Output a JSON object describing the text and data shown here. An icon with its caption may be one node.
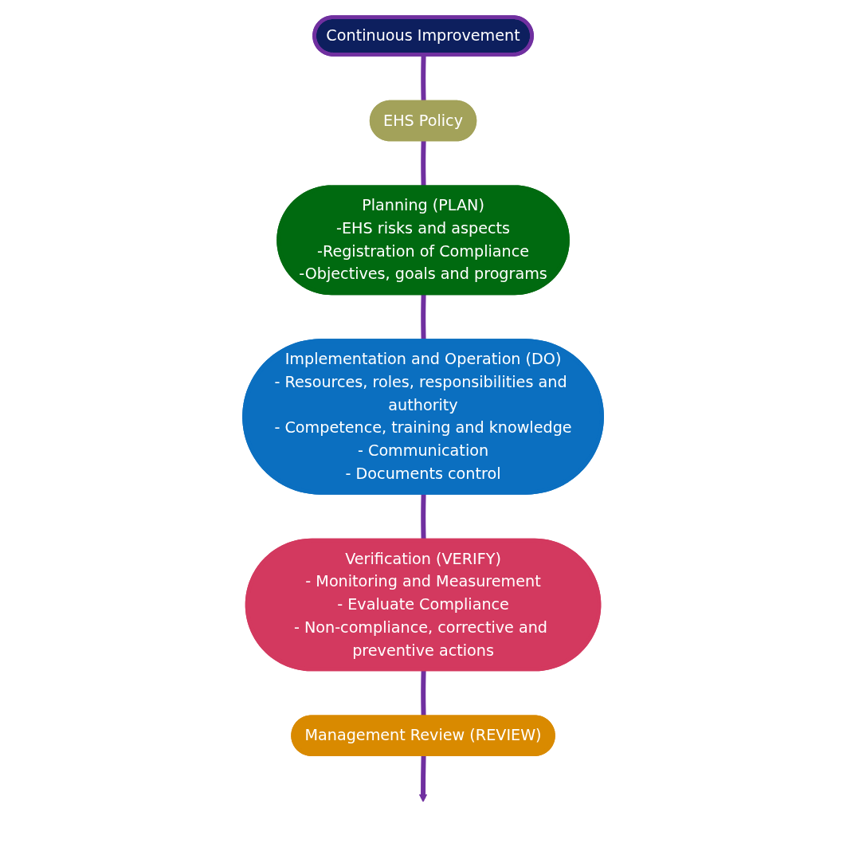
{
  "diagram": {
    "nodes": [
      {
        "text": [
          "Continuous Improvement"
        ]
      },
      {
        "text": [
          "EHS Policy"
        ]
      },
      {
        "text": [
          "Planning (PLAN)",
          "-EHS risks and aspects",
          "-Registration of Compliance",
          "-Objectives, goals and programs"
        ]
      },
      {
        "text": [
          "Implementation and Operation (DO)",
          "- Resources, roles, responsibilities and authority",
          "- Competence, training and knowledge",
          "- Communication",
          "- Documents control"
        ]
      },
      {
        "text": [
          "Verification (VERIFY)",
          "- Monitoring and Measurement",
          "- Evaluate Compliance",
          "- Non-compliance, corrective and preventive actions"
        ]
      },
      {
        "text": [
          "Management Review (REVIEW)"
        ]
      }
    ],
    "edges": [
      {
        "from": 0,
        "to": 1,
        "arrow": "none"
      },
      {
        "from": 1,
        "to": 2,
        "arrow": "none"
      },
      {
        "from": 2,
        "to": 3,
        "arrow": "none"
      },
      {
        "from": 3,
        "to": 4,
        "arrow": "none"
      },
      {
        "from": 4,
        "to": 5,
        "arrow": "none"
      },
      {
        "from": 5,
        "to": null,
        "arrow": "to"
      }
    ]
  }
}
